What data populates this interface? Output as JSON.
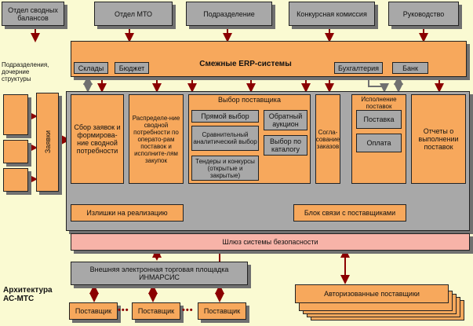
{
  "top_units": [
    "Отдел сводных балансов",
    "Отдел МТО",
    "Подразделение",
    "Конкурсная комиссия",
    "Руководство"
  ],
  "erp": {
    "title": "Смежные ERP-системы",
    "modules": [
      "Склады",
      "Бюджет",
      "Бухгалтерия",
      "Банк"
    ]
  },
  "left_label": "Подразделения, дочерние структуры",
  "zayavki": "Заявки",
  "processes": {
    "collect": "Сбор заявок и формирова-ние сводной потребности",
    "distribute": "Распределе-ние сводной потребности по операто-рам поставок и исполните-лям закупок",
    "supplier_choice": {
      "title": "Выбор поставщика",
      "items": [
        "Прямой выбор",
        "Сравнительный аналитический выбор",
        "Тендеры и конкурсы (открытые и закрытые)",
        "Обратный аукцион",
        "Выбор по каталогу"
      ]
    },
    "approval": "Согла-сование заказов",
    "execution": {
      "title": "Исполнение поставок",
      "items": [
        "Поставка",
        "Оплата"
      ]
    },
    "reports": "Отчеты о выполнении поставок"
  },
  "surplus": "Излишки на реализацию",
  "supplier_link": "Блок связи с поставщиками",
  "security": "Шлюз системы безопасности",
  "marketplace": "Внешняя электронная торговая площадка ИНМАРСИС",
  "suppliers": [
    "Поставщик",
    "Поставщик",
    "Поставщик"
  ],
  "authorized_suppliers": "Авторизованные поставщики",
  "architecture_title": "Архитектура АС-МТС",
  "colors": {
    "background": "#fafad2",
    "box_fill": "#f7a85c",
    "gray_panel": "#a8a8a8",
    "security_fill": "#f7b3a8",
    "arrow_red": "#8b0000",
    "arrow_gray": "#808080"
  }
}
